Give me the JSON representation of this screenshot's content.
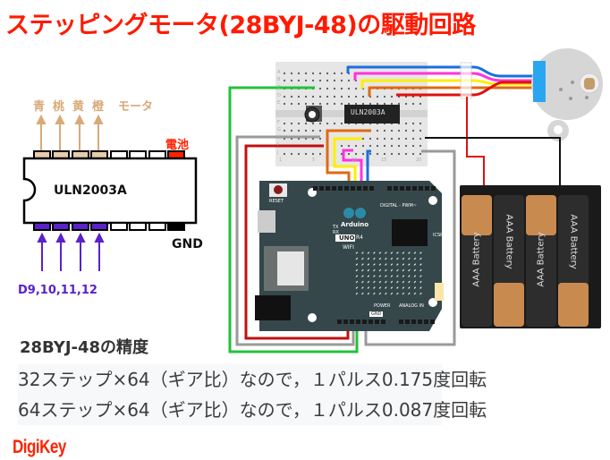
{
  "title": "ステッピングモータ(28BYJ-48)の駆動回路",
  "schematic": {
    "motor_wires": [
      "青",
      "桃",
      "黄",
      "橙"
    ],
    "motor_label": "モータ",
    "battery_label": "電池",
    "chip_name": "ULN2003A",
    "gnd_label": "GND",
    "input_pins_label": "D9,10,11,12",
    "colors": {
      "motor_pin": "#e8cbaa",
      "motor_arrow": "#d8aa78",
      "battery_pin": "#ff2200",
      "input_pin": "#5a22c8",
      "gnd_pin": "#000000"
    }
  },
  "breadboard": {
    "chip_label": "ULN2003A",
    "col_numbers": [
      "1",
      "5",
      "10",
      "15",
      "20"
    ],
    "row_letters": [
      "A",
      "B",
      "C",
      "D",
      "E",
      "F",
      "G",
      "H",
      "I",
      "J"
    ]
  },
  "arduino": {
    "brand": "Arduino",
    "model": "UNO",
    "rev": "R4",
    "variant": "WIFI",
    "reset_label": "RESET",
    "digital_label": "DIGITAL - PWM~",
    "power_label": "POWER",
    "analog_label": "ANALOG IN",
    "icsp_label": "ICSP",
    "gnd_label": "GND",
    "tx_label": "TX",
    "rx_label": "RX"
  },
  "battery_pack": {
    "cells": [
      "AAA Battery",
      "AAA Battery",
      "AAA Battery",
      "AAA Battery"
    ]
  },
  "precision": {
    "heading": "28BYJ-48の精度",
    "lines": [
      "32ステップ×64（ギア比）なので，１パルス0.175度回転",
      "64ステップ×64（ギア比）なので，１パルス0.087度回転"
    ]
  },
  "logo": "DigiKey",
  "wire_colors": {
    "blue": "#1a6fe0",
    "pink": "#ff33dd",
    "yellow": "#ffee00",
    "orange": "#e06a10",
    "red": "#e01010",
    "green": "#22c23a",
    "gray": "#9a9a9a",
    "black": "#111111"
  }
}
